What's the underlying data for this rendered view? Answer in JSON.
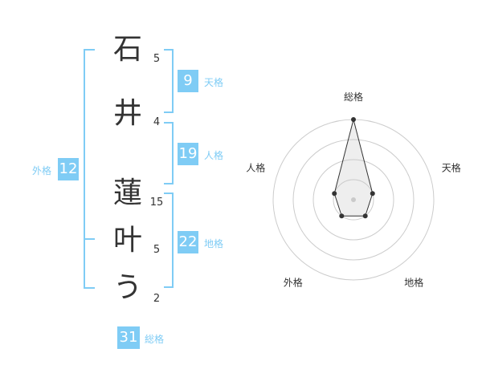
{
  "name_chars": [
    {
      "char": "石",
      "strokes": "5"
    },
    {
      "char": "井",
      "strokes": "4"
    },
    {
      "char": "蓮",
      "strokes": "15"
    },
    {
      "char": "叶",
      "strokes": "5"
    },
    {
      "char": "う",
      "strokes": "2"
    }
  ],
  "kaku": {
    "tenkaku": {
      "label": "天格",
      "value": "9"
    },
    "jinkaku": {
      "label": "人格",
      "value": "19"
    },
    "chikaku": {
      "label": "地格",
      "value": "22"
    },
    "gaikaku": {
      "label": "外格",
      "value": "12"
    },
    "soukaku": {
      "label": "総格",
      "value": "31"
    }
  },
  "accent_color": "#7fccf5",
  "chart_data": {
    "type": "radar",
    "axes": [
      "総格",
      "天格",
      "地格",
      "外格",
      "人格"
    ],
    "values": [
      4,
      1,
      1,
      1,
      1
    ],
    "range": [
      0,
      4
    ],
    "rings": 4
  }
}
